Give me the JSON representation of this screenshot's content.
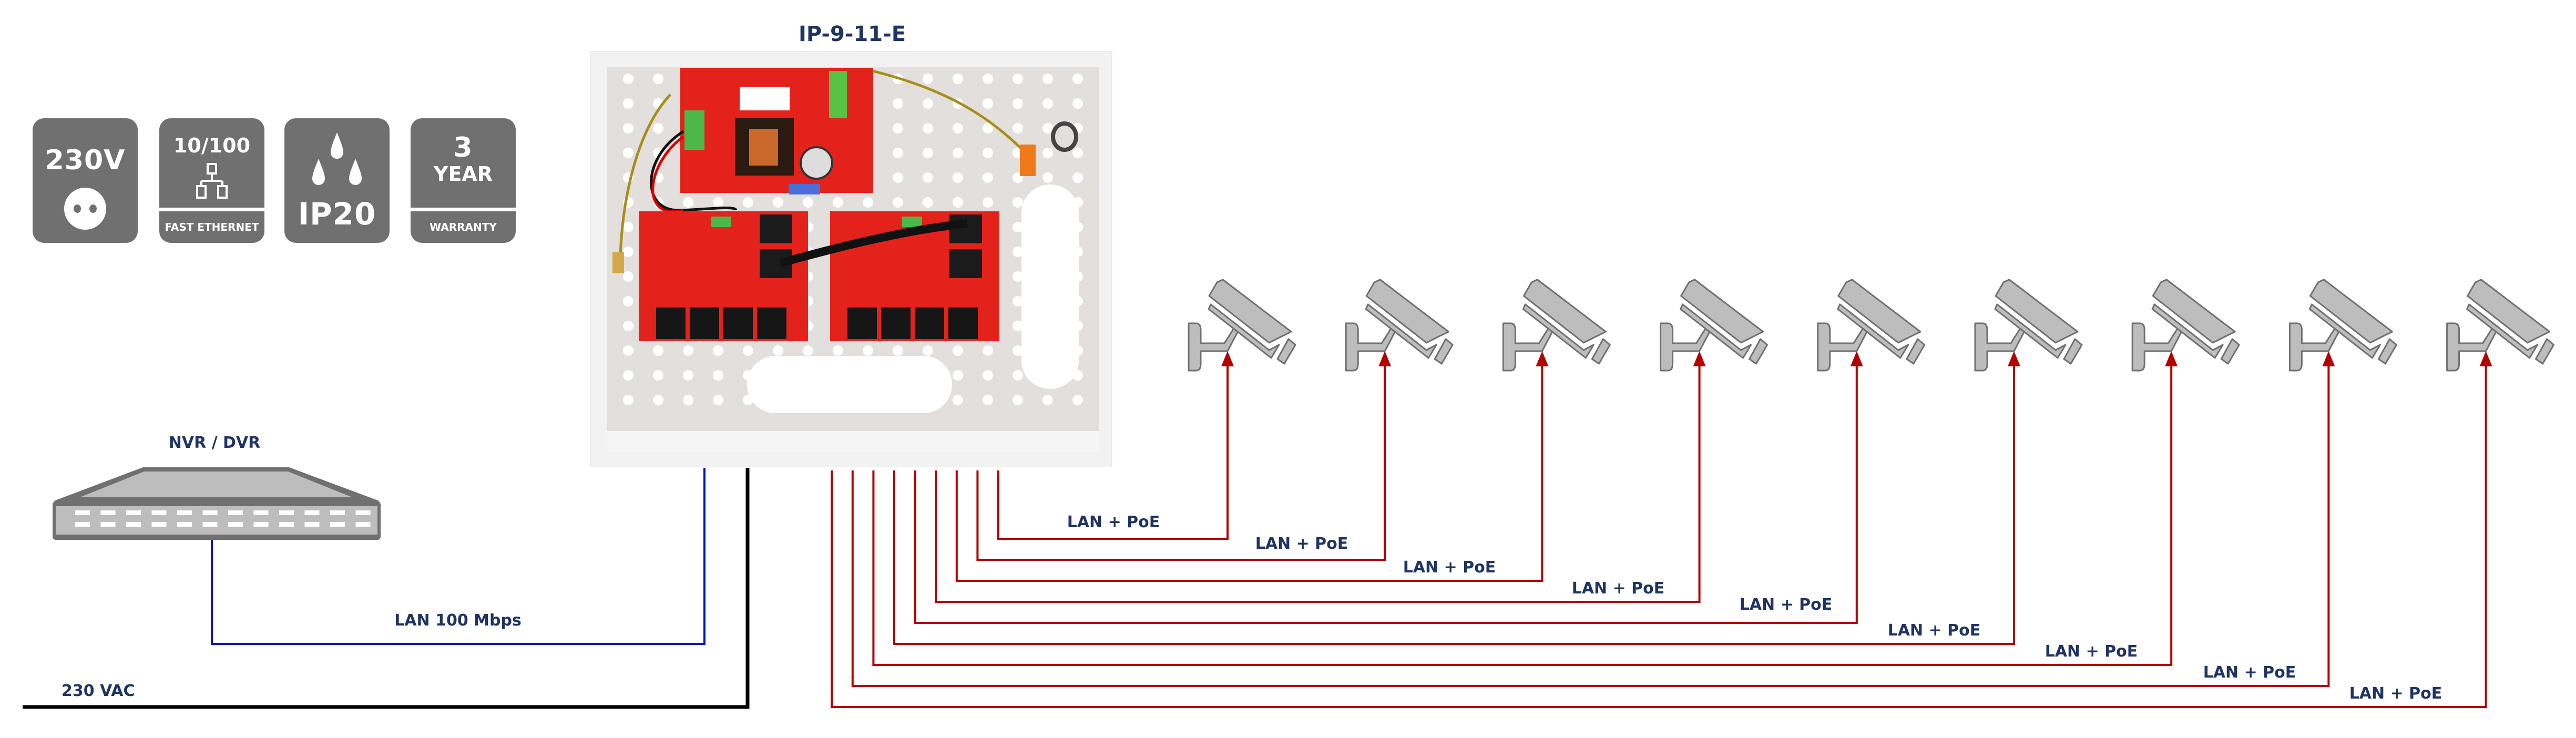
{
  "title": "IP-9-11-E",
  "badges": [
    {
      "text": "230V",
      "icon": "socket-icon"
    },
    {
      "text": "10/100",
      "icon": "network-icon",
      "footer": "FAST ETHERNET"
    },
    {
      "text": "IP20",
      "icon": "water-drops-icon"
    },
    {
      "text": "3",
      "sub": "YEAR",
      "footer": "WARRANTY"
    }
  ],
  "nvr": {
    "label": "NVR / DVR"
  },
  "uplink": {
    "label": "LAN 100 Mbps",
    "color": "#0019b8"
  },
  "power": {
    "label": "230 VAC",
    "color": "#000000"
  },
  "poe_color": "#b30000",
  "camera_links": [
    {
      "label": "LAN + PoE"
    },
    {
      "label": "LAN + PoE"
    },
    {
      "label": "LAN + PoE"
    },
    {
      "label": "LAN + PoE"
    },
    {
      "label": "LAN + PoE"
    },
    {
      "label": "LAN + PoE"
    },
    {
      "label": "LAN + PoE"
    },
    {
      "label": "LAN + PoE"
    },
    {
      "label": "LAN + PoE"
    }
  ]
}
